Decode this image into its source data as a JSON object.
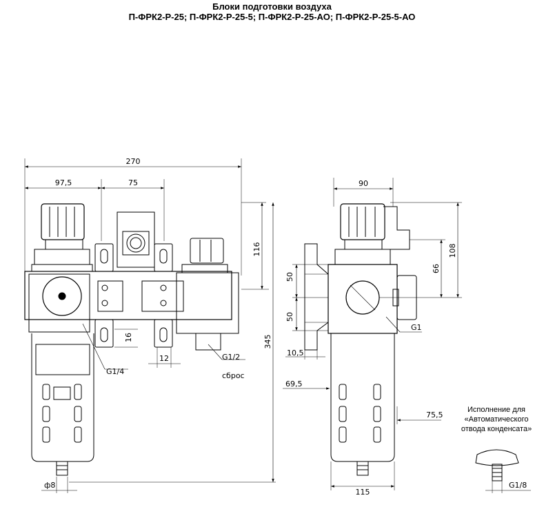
{
  "title": {
    "line1": "Блоки подготовки воздуха",
    "line2": "П-ФРК2-Р-25; П-ФРК2-Р-25-5; П-ФРК2-Р-25-АО; П-ФРК2-Р-25-5-АО"
  },
  "front_view": {
    "dim_total_width": "270",
    "dim_left": "97,5",
    "dim_mid": "75",
    "dim_height_upper": "116",
    "dim_height_total": "345",
    "dim_16": "16",
    "dim_12": "12",
    "thread_port": "G1/4",
    "thread_exhaust": "G1/2",
    "exhaust_label": "сброс",
    "dim_drain": "ф8"
  },
  "side_view": {
    "dim_width": "90",
    "dim_108": "108",
    "dim_66": "66",
    "dim_50_top": "50",
    "dim_50_bottom": "50",
    "thread_main": "G1",
    "dim_10_5": "10,5",
    "dim_69_5": "69,5",
    "dim_75_5": "75,5",
    "dim_115": "115"
  },
  "auto_drain_note": {
    "line1": "Исполнение для",
    "line2": "«Автоматического",
    "line3": "отвода конденсата»",
    "thread": "G1/8"
  }
}
